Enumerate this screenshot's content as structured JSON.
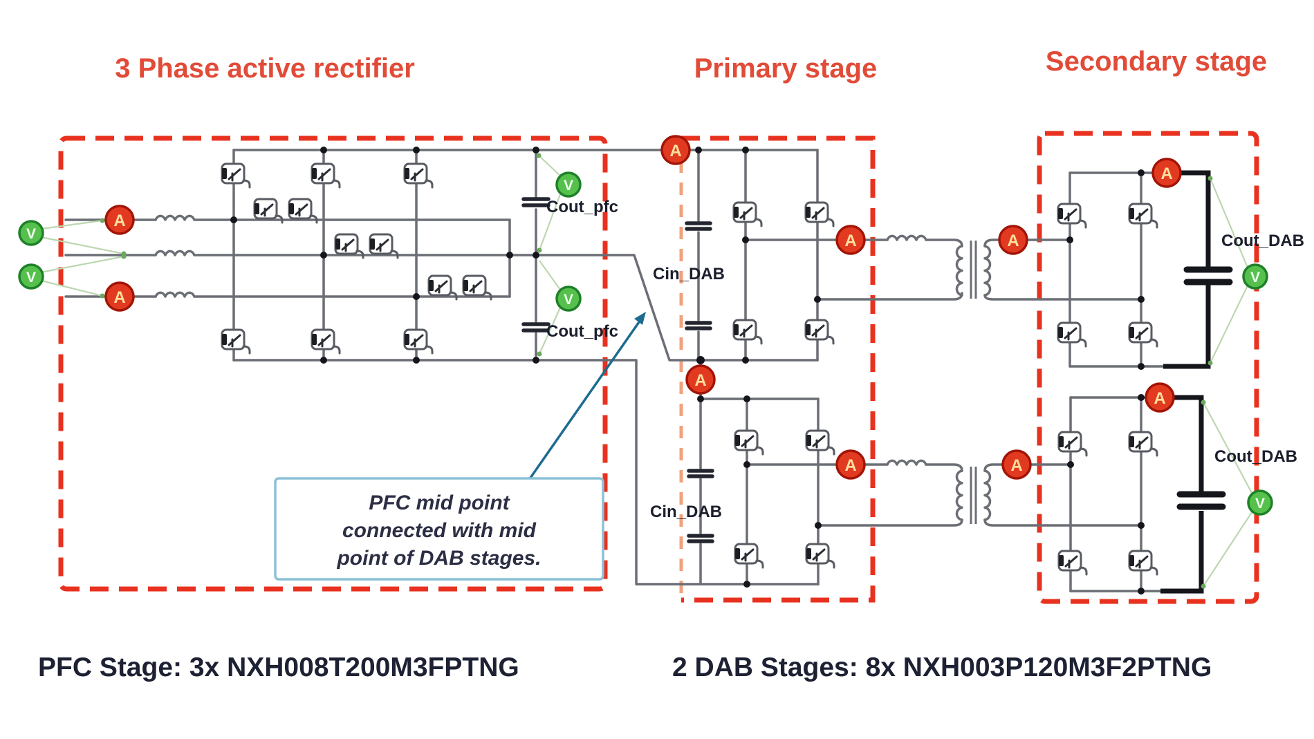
{
  "sections": {
    "rectifier": {
      "title": "3 Phase active rectifier"
    },
    "primary": {
      "title": "Primary stage"
    },
    "secondary": {
      "title": "Secondary stage"
    }
  },
  "captions": {
    "pfc": "PFC Stage: 3x NXH008T200M3FPTNG",
    "dab": "2 DAB Stages: 8x NXH003P120M3F2PTNG"
  },
  "callout": {
    "lines": [
      "PFC mid point",
      "connected with mid",
      "point of DAB stages."
    ]
  },
  "component_labels": {
    "cout_pfc_top": "Cout_pfc",
    "cout_pfc_bottom": "Cout_pfc",
    "cin_dab_top": "Cin_DAB",
    "cin_dab_bottom": "Cin_DAB",
    "cout_dab_top": "Cout_DAB",
    "cout_dab_bottom": "Cout_DAB"
  },
  "meters": {
    "ammeter_label": "A",
    "voltmeter_label": "V",
    "ammeter_count": 10,
    "voltmeter_count": 6
  },
  "colors": {
    "stage-border": "#e8311f",
    "primary-left": "#f2a17c",
    "wire": "#6b6e75",
    "thick": "#14161c",
    "cap-plate": "#23262e",
    "title": "#e14b38",
    "caption": "#1d2133",
    "label": "#1b1e2c",
    "callout-border": "#8cc0d6",
    "callout-text": "#2c2e44",
    "arrow": "#1d6b90",
    "ammeter-fill": "#e23a20",
    "ammeter-ring": "#a21407",
    "ammeter-text": "#ffdf9e",
    "voltmeter-fill": "#55c14c",
    "voltmeter-ring": "#1e8028",
    "voltmeter-text": "#f0fff0",
    "measure": "#bcd7b1",
    "measure-dot": "#6aa95e"
  }
}
